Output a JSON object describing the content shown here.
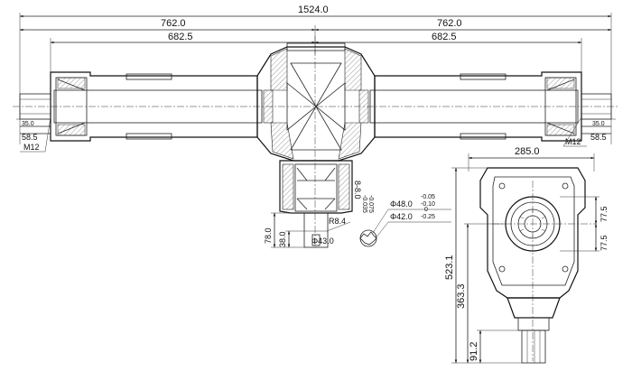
{
  "dimensions": {
    "total_length": "1524.0",
    "left_half": "762.0",
    "right_half": "762.0",
    "left_inner": "682.5",
    "right_inner": "682.5",
    "left_end_length": "58.5",
    "right_end_length": "58.5",
    "left_shaft_small": "35.0",
    "right_shaft_small": "35.0",
    "left_thread": "M12",
    "right_thread": "M12",
    "input_total": "78.0",
    "input_short": "38.0",
    "input_diameter": "Φ43.0",
    "fillet_radius": "R8.4",
    "key_width": "8-8.0",
    "key_tol_upper": "-0.035",
    "key_tol_lower": "-0.075",
    "spline_outer": "Φ48.0",
    "spline_outer_tol_upper": "-0.05",
    "spline_outer_tol_lower": "-0.10",
    "spline_inner": "Φ42.0",
    "spline_inner_tol_upper": "0",
    "spline_inner_tol_lower": "-0.25",
    "side_width": "285.0",
    "side_height": "523.1",
    "side_mid_height": "363.3",
    "side_lower": "91.2",
    "flange_upper": "77.5",
    "flange_lower": "77.5"
  }
}
